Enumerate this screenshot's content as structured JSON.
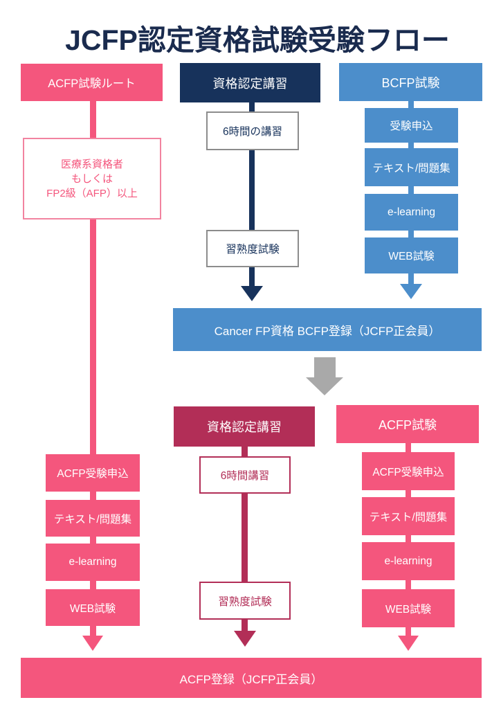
{
  "title": "JCFP認定資格試験受験フロー",
  "colors": {
    "pink": "#f4567d",
    "navy": "#17325b",
    "blue": "#4c8ecb",
    "crimson": "#b22e57",
    "gray_arrow": "#a9a9a9",
    "title_text": "#1a2b4e"
  },
  "flow": {
    "left": {
      "header": "ACFP試験ルート",
      "condition": [
        "医療系資格者",
        "もしくは",
        "FP2級（AFP）以上"
      ],
      "steps": [
        "ACFP受験申込",
        "テキスト/問題集",
        "e-learning",
        "WEB試験"
      ]
    },
    "middle_top": {
      "header": "資格認定講習",
      "steps": [
        "6時間の講習",
        "習熟度試験"
      ]
    },
    "right_top": {
      "header": "BCFP試験",
      "steps": [
        "受験申込",
        "テキスト/問題集",
        "e-learning",
        "WEB試験"
      ]
    },
    "bcfp_bar": "Cancer FP資格 BCFP登録（JCFP正会員）",
    "middle_bottom": {
      "header": "資格認定講習",
      "steps": [
        "6時間講習",
        "習熟度試験"
      ]
    },
    "right_bottom": {
      "header": "ACFP試験",
      "steps": [
        "ACFP受験申込",
        "テキスト/問題集",
        "e-learning",
        "WEB試験"
      ]
    },
    "acfp_bar": "ACFP登録（JCFP正会員）"
  }
}
